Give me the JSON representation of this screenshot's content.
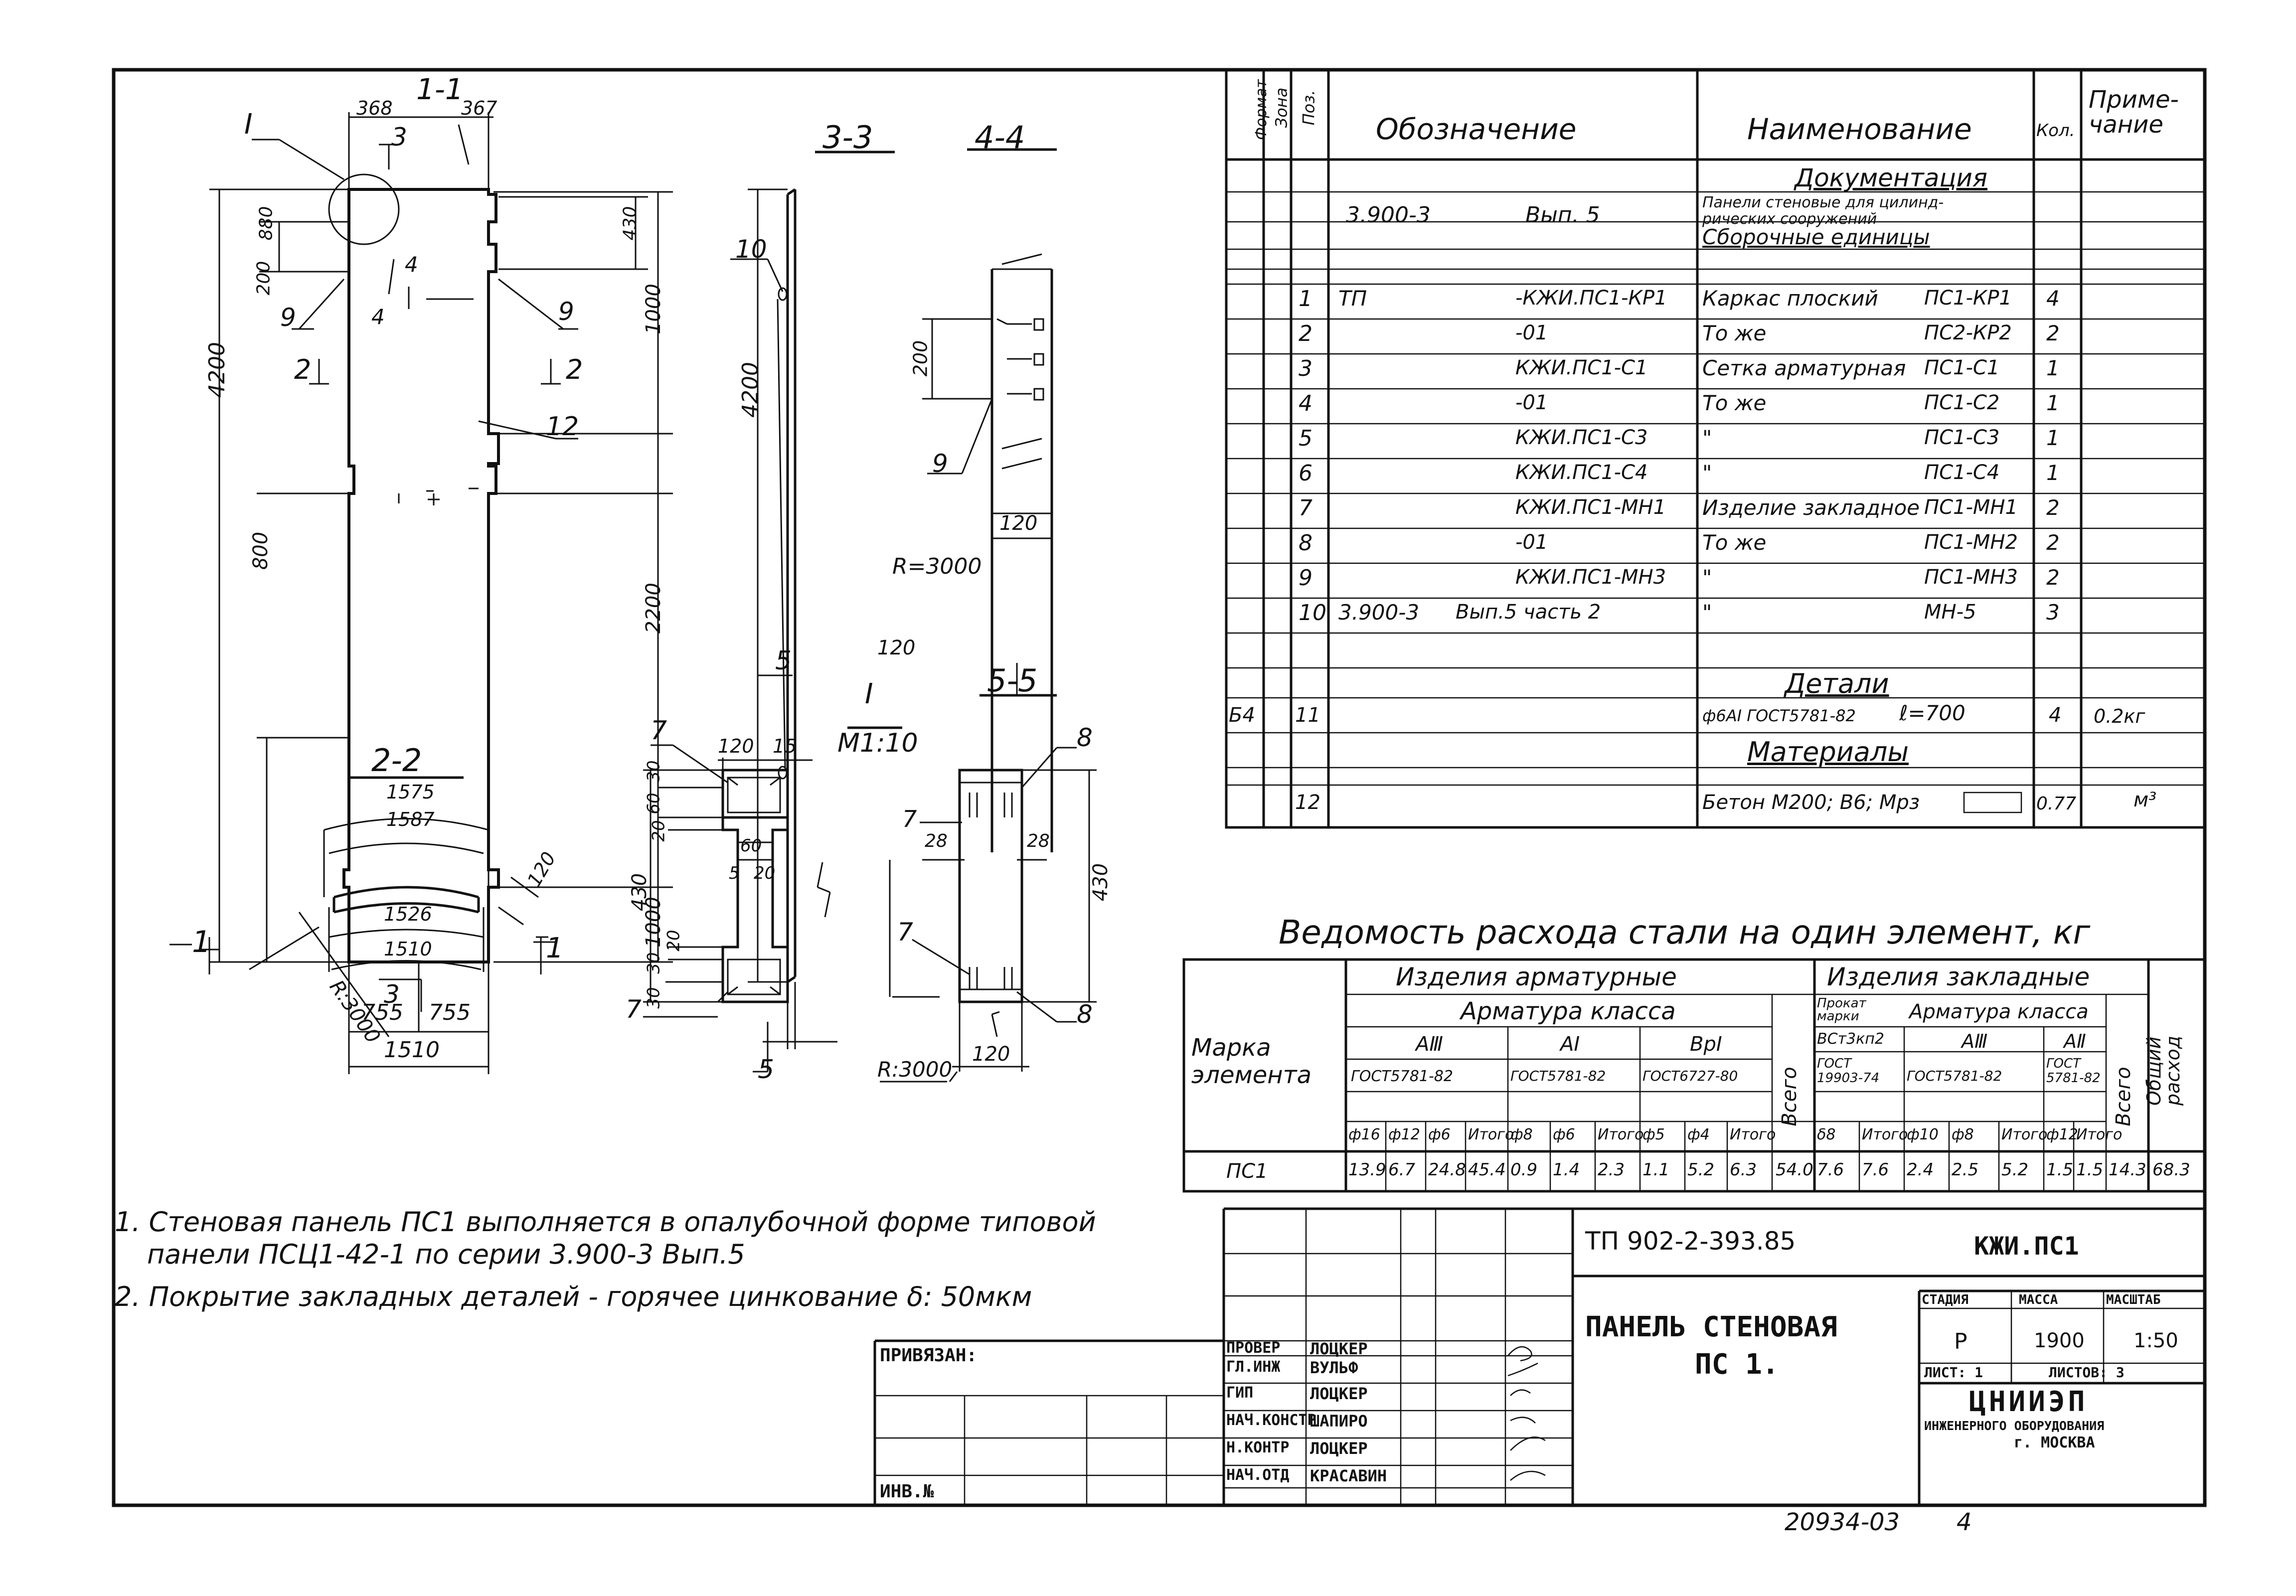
{
  "sections": {
    "s11": "1-1",
    "s22": "2-2",
    "s33": "3-3",
    "s44": "4-4",
    "s55": "5-5",
    "detailI": "I",
    "detailScale": "M1:10"
  },
  "dims": {
    "v4200a": "4200",
    "v1000top": "1000",
    "v2200": "2200",
    "v1000bot": "1000",
    "v800": "800",
    "v880": "880",
    "v200a": "200",
    "v430top": "430",
    "h368": "368",
    "h367": "367",
    "h755a": "755",
    "h755b": "755",
    "h1510": "1510",
    "v4200b": "4200",
    "v200b": "200",
    "h120a": "120",
    "h120b": "120",
    "r3000a": "R=3000",
    "r3000b": "R:3000",
    "r3000c": "R:3000",
    "a1575": "1575",
    "a1587": "1587",
    "a1526": "1526",
    "a1510": "1510",
    "a120": "120",
    "d120": "120",
    "d15": "15",
    "d30a": "30",
    "d60": "60",
    "d20a": "20",
    "d60b": "60",
    "d5": "5",
    "d20b": "20",
    "d430": "430",
    "d20c": "20",
    "d30b": "30",
    "d30c": "30",
    "e28a": "28",
    "e28b": "28",
    "e430": "430",
    "e120": "120"
  },
  "marks": {
    "m1": "1",
    "m2": "2",
    "m3": "3",
    "m4": "4",
    "m5": "5",
    "p9a": "9",
    "p9b": "9",
    "p9c": "9",
    "p10": "10",
    "p12": "12",
    "p7a": "7",
    "p7b": "7",
    "p7c": "7",
    "p7d": "7",
    "p8a": "8",
    "p8b": "8"
  },
  "spec": {
    "headers": {
      "format": "Формат",
      "zone": "Зона",
      "pos": "Поз.",
      "designation": "Обозначение",
      "name": "Наименование",
      "qty": "Кол.",
      "note": "Приме-\nчание"
    },
    "sec_docs": "Документация",
    "doc_des": "3.900-3",
    "doc_issue": "Вып. 5",
    "doc_name1": "Панели стеновые для цилинд-",
    "doc_name2": "рических сооружений",
    "sec_units": "Сборочные единицы",
    "rows": [
      {
        "pos": "1",
        "des_a": "ТП",
        "des_b": "-КЖИ.ПС1-КР1",
        "name": "Каркас плоский",
        "mark": "ПС1-КР1",
        "qty": "4"
      },
      {
        "pos": "2",
        "des_a": "",
        "des_b": "-01",
        "name": "То же",
        "mark": "ПС2-КР2",
        "qty": "2"
      },
      {
        "pos": "3",
        "des_a": "",
        "des_b": "КЖИ.ПС1-С1",
        "name": "Сетка арматурная",
        "mark": "ПС1-С1",
        "qty": "1"
      },
      {
        "pos": "4",
        "des_a": "",
        "des_b": "-01",
        "name": "То же",
        "mark": "ПС1-С2",
        "qty": "1"
      },
      {
        "pos": "5",
        "des_a": "",
        "des_b": "КЖИ.ПС1-С3",
        "name": "\"",
        "mark": "ПС1-С3",
        "qty": "1"
      },
      {
        "pos": "6",
        "des_a": "",
        "des_b": "КЖИ.ПС1-С4",
        "name": "\"",
        "mark": "ПС1-С4",
        "qty": "1"
      },
      {
        "pos": "7",
        "des_a": "",
        "des_b": "КЖИ.ПС1-МН1",
        "name": "Изделие закладное",
        "mark": "ПС1-МН1",
        "qty": "2"
      },
      {
        "pos": "8",
        "des_a": "",
        "des_b": "-01",
        "name": "То же",
        "mark": "ПС1-МН2",
        "qty": "2"
      },
      {
        "pos": "9",
        "des_a": "",
        "des_b": "КЖИ.ПС1-МН3",
        "name": "\"",
        "mark": "ПС1-МН3",
        "qty": "2"
      },
      {
        "pos": "10",
        "des_a": "3.900-3",
        "des_b": "Вып.5 часть 2",
        "name": "\"",
        "mark": "МН-5",
        "qty": "3"
      }
    ],
    "sec_details": "Детали",
    "det_format": "Б4",
    "det_pos": "11",
    "det_name": "ф6АI ГОСТ5781-82",
    "det_len": "ℓ=700",
    "det_qty": "4",
    "det_note": "0.2кг",
    "sec_materials": "Материалы",
    "mat_pos": "12",
    "mat_name": "Бетон М200; В6; Мрз",
    "mat_qty": "0.77",
    "mat_unit": "м³"
  },
  "steel": {
    "title": "Ведомость расхода стали на один элемент, кг",
    "mark_hdr": "Марка\nэлемента",
    "g1": "Изделия арматурные",
    "g2": "Изделия закладные",
    "arm_class": "Арматура класса",
    "arm_class2": "Арматура класса",
    "c_a3": "АⅢ",
    "c_a1": "АI",
    "c_bp": "ВрI",
    "total_hdr": "Всего",
    "total_hdr2": "Всего",
    "grand_hdr": "Общий\nрасход",
    "rolled": "Прокат\nмарки",
    "bst": "ВСт3кп2",
    "gost_a3": "ГОСТ5781-82",
    "gost_a1": "ГОСТ5781-82",
    "gost_bp": "ГОСТ6727-80",
    "gost_rolled": "ГОСТ\n19903-74",
    "gost_a3b": "ГОСТ5781-82",
    "gost_a2b": "ГОСТ\n5781-82",
    "c_a3b": "АⅢ",
    "c_a2b": "АⅡ",
    "sub": [
      "ф16",
      "ф12",
      "ф6",
      "Итого",
      "ф8",
      "ф6",
      "Итого",
      "ф5",
      "ф4",
      "Итого",
      "",
      "δ8",
      "Итого",
      "ф10",
      "ф8",
      "Итого",
      "ф12",
      "Итого",
      "",
      ""
    ],
    "row_mark": "ПС1",
    "values": [
      "13.9",
      "6.7",
      "24.8",
      "45.4",
      "0.9",
      "1.4",
      "2.3",
      "1.1",
      "5.2",
      "6.3",
      "54.0",
      "7.6",
      "7.6",
      "2.4",
      "2.5",
      "5.2",
      "1.5",
      "1.5",
      "14.3",
      "68.3"
    ]
  },
  "notes": [
    "1. Стеновая панель ПС1 выполняется в опалубочной форме типовой",
    "панели ПСЦ1-42-1 по серии 3.900-3 Вып.5",
    "2. Покрытие закладных деталей - горячее цинкование δ: 50мкм"
  ],
  "title_block": {
    "doc_code": "ТП 902-2-393.85",
    "elem_code": "КЖИ.ПС1",
    "name1": "ПАНЕЛЬ СТЕНОВАЯ",
    "name2": "ПС 1.",
    "stage_hdr": "СТАДИЯ",
    "mass_hdr": "МАССА",
    "scale_hdr": "МАСШТАБ",
    "stage": "Р",
    "mass": "1900",
    "scale": "1:50",
    "sheet": "ЛИСТ: 1",
    "sheets": "ЛИСТОВ: 3",
    "org1": "ЦНИИЭП",
    "org2": "ИНЖЕНЕРНОГО ОБОРУДОВАНИЯ",
    "org3": "г. МОСКВА",
    "binding": "ПРИВЯЗАН:",
    "inv": "ИНВ.№",
    "roles": [
      "ПРОВЕР",
      "ГЛ.ИНЖ",
      "ГИП",
      "НАЧ.КОНСТР",
      "Н.КОНТР",
      "НАЧ.ОТД"
    ],
    "people": [
      "ЛОЦКЕР",
      "ВУЛЬФ",
      "ЛОЦКЕР",
      "ШАПИРО",
      "ЛОЦКЕР",
      "КРАСАВИН"
    ]
  },
  "footer": {
    "archive": "20934-03",
    "page": "4"
  }
}
